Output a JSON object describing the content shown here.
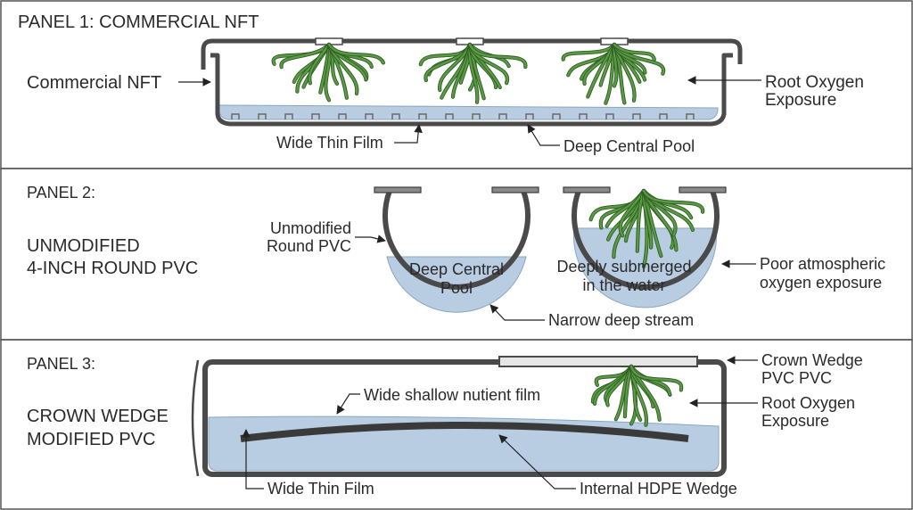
{
  "colors": {
    "pipe_stroke": "#4a4a4a",
    "pipe_fill": "#d4d4d4",
    "water": "#b9cde2",
    "water_line": "#8aa5c2",
    "root": "#5b9a45",
    "root_dark": "#2f5e23",
    "wedge": "#3a3a3a",
    "border": "#555555"
  },
  "panel1": {
    "title": "PANEL 1: COMMERCIAL NFT",
    "label_channel": "Commercial NFT",
    "label_root_oxygen_1": "Root Oxygen",
    "label_root_oxygen_2": "Exposure",
    "label_wide_film": "Wide Thin Film",
    "label_deep_pool": "Deep Central Pool"
  },
  "panel2": {
    "title": "PANEL 2:",
    "heading_1": "UNMODIFIED",
    "heading_2": "4-INCH ROUND PVC",
    "label_pipe_1": "Unmodified",
    "label_pipe_2": "Round PVC",
    "label_pool_1": "Deep Central",
    "label_pool_2": "Pool",
    "label_submerged_1": "Deeply submerged",
    "label_submerged_2": "in the water",
    "label_poor_1": "Poor atmospheric",
    "label_poor_2": "oxygen exposure",
    "label_stream": "Narrow deep stream"
  },
  "panel3": {
    "title": "PANEL 3:",
    "heading_1": "CROWN WEDGE",
    "heading_2": "MODIFIED PVC",
    "label_film": "Wide shallow nutient film",
    "label_crown_1": "Crown Wedge",
    "label_crown_2": "PVC PVC",
    "label_root_oxygen_1": "Root Oxygen",
    "label_root_oxygen_2": "Exposure",
    "label_wide_film": "Wide Thin Film",
    "label_hdpe": "Internal HDPE Wedge"
  }
}
